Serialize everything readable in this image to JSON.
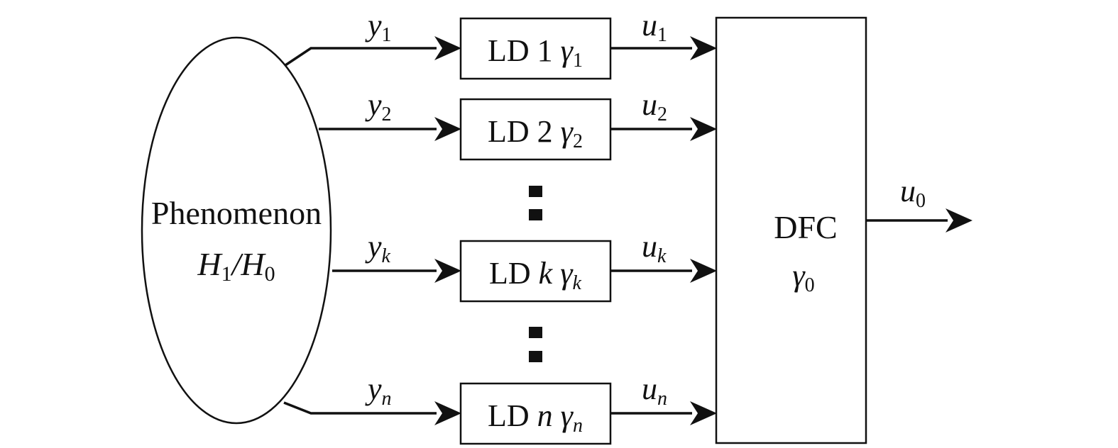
{
  "source": {
    "name": "Phenomenon",
    "hypothesis": {
      "h1": "H",
      "h1_sub": "1",
      "slash": "/",
      "h0": "H",
      "h0_sub": "0"
    }
  },
  "detectors": [
    {
      "id": "1",
      "prefix": "LD",
      "index": "1",
      "index_italic": false,
      "gamma": "γ",
      "gamma_sub": "1",
      "input": {
        "sym": "y",
        "sub": "1"
      },
      "output": {
        "sym": "u",
        "sub": "1"
      }
    },
    {
      "id": "2",
      "prefix": "LD",
      "index": "2",
      "index_italic": false,
      "gamma": "γ",
      "gamma_sub": "2",
      "input": {
        "sym": "y",
        "sub": "2"
      },
      "output": {
        "sym": "u",
        "sub": "2"
      }
    },
    {
      "id": "k",
      "prefix": "LD",
      "index": "k",
      "index_italic": true,
      "gamma": "γ",
      "gamma_sub": "k",
      "input": {
        "sym": "y",
        "sub": "k"
      },
      "output": {
        "sym": "u",
        "sub": "k"
      }
    },
    {
      "id": "n",
      "prefix": "LD",
      "index": "n",
      "index_italic": true,
      "gamma": "γ",
      "gamma_sub": "n",
      "input": {
        "sym": "y",
        "sub": "n"
      },
      "output": {
        "sym": "u",
        "sub": "n"
      }
    }
  ],
  "fusion": {
    "name": "DFC",
    "gamma": "γ",
    "gamma_sub": "0"
  },
  "final_output": {
    "sym": "u",
    "sub": "0"
  },
  "colors": {
    "ink": "#111111",
    "background": "#ffffff"
  }
}
